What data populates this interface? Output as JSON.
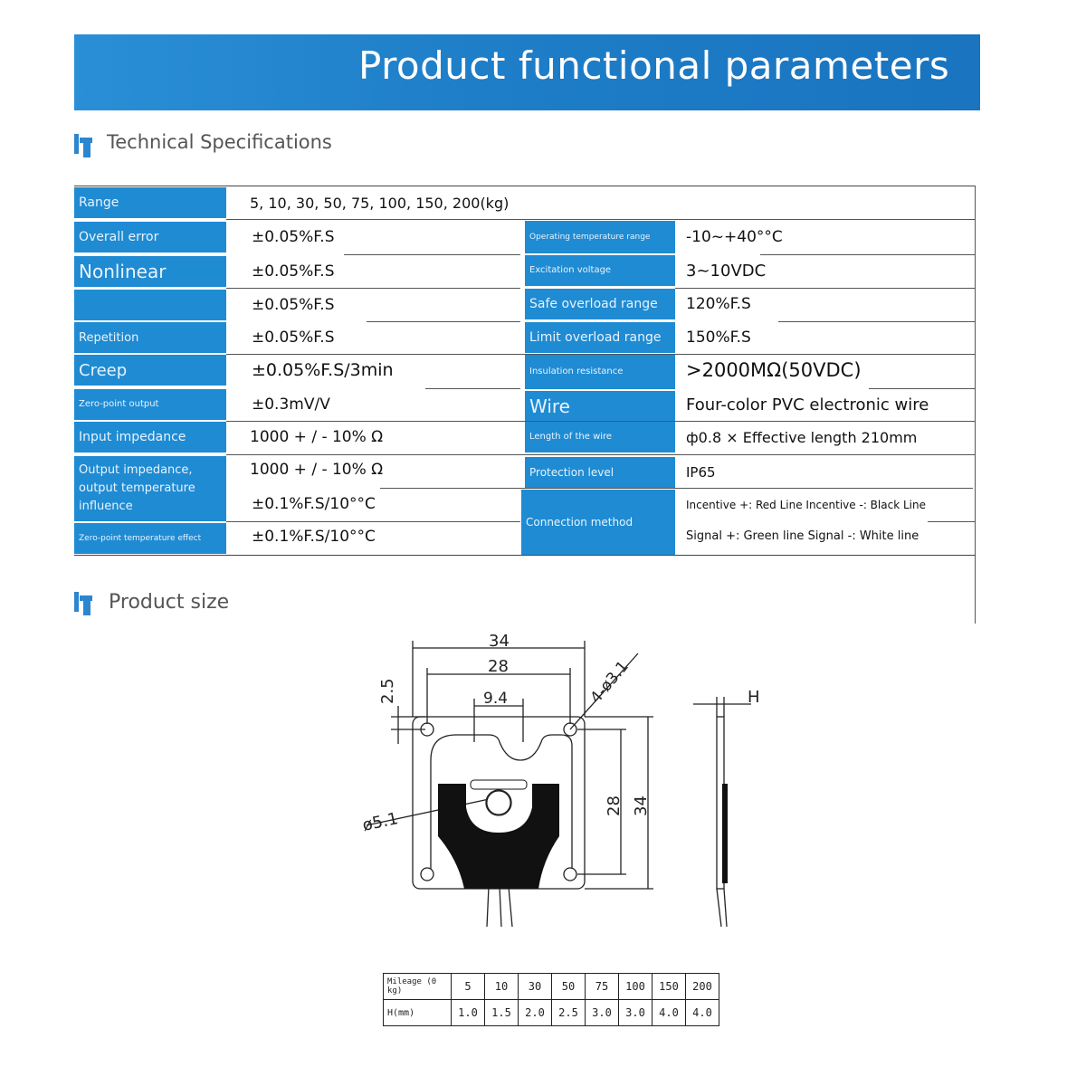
{
  "banner": {
    "title": "Product functional parameters"
  },
  "sections": {
    "spec": "Technical Specifications",
    "size": "Product size"
  },
  "specs_left": [
    {
      "label": "Range",
      "value": "5, 10, 30, 50, 75, 100, 150, 200(kg)"
    },
    {
      "label": "Overall error",
      "value": "±0.05%F.S"
    },
    {
      "label": "Nonlinear",
      "value": "±0.05%F.S"
    },
    {
      "label": "",
      "value": "±0.05%F.S"
    },
    {
      "label": "Repetition",
      "value": "±0.05%F.S"
    },
    {
      "label": "Creep",
      "value": "±0.05%F.S/3min"
    },
    {
      "label": "Zero-point output",
      "value": "±0.3mV/V"
    },
    {
      "label": "Input impedance",
      "value": "1000 + / - 10% Ω"
    },
    {
      "label": "Output impedance, output temperature influence",
      "value": "1000 + / - 10% Ω"
    },
    {
      "label": "",
      "value": "±0.1%F.S/10°°C"
    },
    {
      "label": "Zero-point temperature effect",
      "value": "±0.1%F.S/10°°C"
    }
  ],
  "specs_right": [
    {
      "label": "Operating temperature range",
      "value": "-10~+40°°C"
    },
    {
      "label": "Excitation voltage",
      "value": "3~10VDC"
    },
    {
      "label": "Safe overload range",
      "value": "120%F.S"
    },
    {
      "label": "Limit overload range",
      "value": "150%F.S"
    },
    {
      "label": "Insulation resistance",
      "value": ">2000MΩ(50VDC)"
    },
    {
      "label": "Wire",
      "value": "Four-color PVC electronic wire"
    },
    {
      "label": "Length of the wire",
      "value": "ф0.8 × Effective length 210mm"
    },
    {
      "label": "Protection level",
      "value": "IP65"
    },
    {
      "label": "Connection method",
      "value": "Incentive +: Red Line  Incentive -: Black Line"
    },
    {
      "label": "",
      "value": "Signal +: Green line  Signal -: White line"
    }
  ],
  "drawing": {
    "dim_34_top": "34",
    "dim_28_top": "28",
    "dim_9_4": "9.4",
    "dim_2_5": "2.5",
    "dim_hole": "4-ø3.1",
    "dim_5_1": "ø5.1",
    "dim_28_side": "28",
    "dim_34_side": "34",
    "dim_H": "H"
  },
  "size_table": {
    "header": "Mileage (0 kg)",
    "loads": [
      "5",
      "10",
      "30",
      "50",
      "75",
      "100",
      "150",
      "200"
    ],
    "row_label": "H(mm)",
    "thickness": [
      "1.0",
      "1.5",
      "2.0",
      "2.5",
      "3.0",
      "3.0",
      "4.0",
      "4.0"
    ]
  },
  "colors": {
    "banner": "#1e7ec8",
    "label_bg": "#1f8bd3"
  }
}
